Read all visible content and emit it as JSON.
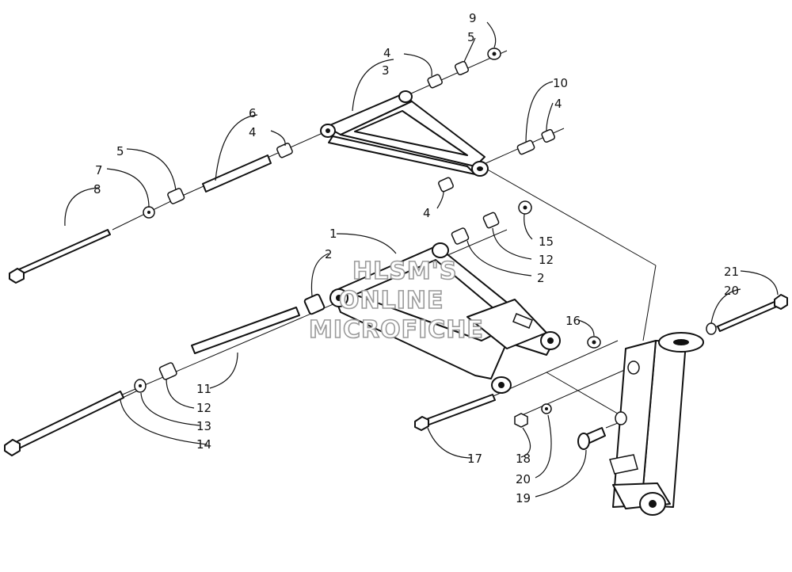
{
  "watermark": {
    "line1": "HLSM'S",
    "line2": "ONLINE",
    "line3": "MICROFICHE"
  },
  "callouts": {
    "c1": "1",
    "c2a": "2",
    "c2b": "2",
    "c3": "3",
    "c4a": "4",
    "c4b": "4",
    "c4c": "4",
    "c4d": "4",
    "c5a": "5",
    "c5b": "5",
    "c6": "6",
    "c7": "7",
    "c8": "8",
    "c9": "9",
    "c10": "10",
    "c11": "11",
    "c12a": "12",
    "c12b": "12",
    "c13": "13",
    "c14": "14",
    "c15": "15",
    "c16": "16",
    "c17": "17",
    "c18": "18",
    "c19": "19",
    "c20a": "20",
    "c20b": "20",
    "c21": "21"
  }
}
